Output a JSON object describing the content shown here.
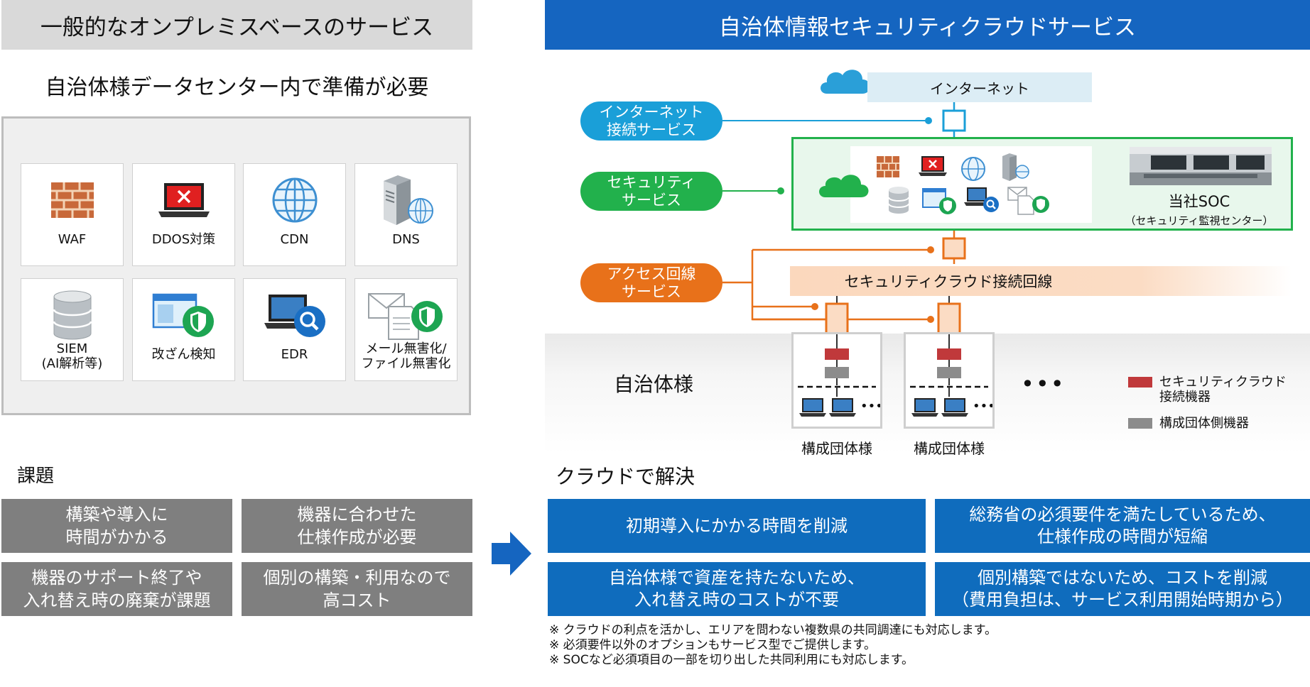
{
  "left": {
    "header": "一般的なオンプレミスベースのサービス",
    "subtitle": "自治体様データセンター内で準備が必要",
    "services": [
      {
        "label": "WAF",
        "icon": "firewall-icon"
      },
      {
        "label": "DDOS対策",
        "icon": "alert-laptop-icon"
      },
      {
        "label": "CDN",
        "icon": "globe-icon"
      },
      {
        "label": "DNS",
        "icon": "server-globe-icon"
      },
      {
        "label": "SIEM\n(AI解析等)",
        "icon": "database-icon"
      },
      {
        "label": "改ざん検知",
        "icon": "window-shield-icon"
      },
      {
        "label": "EDR",
        "icon": "laptop-search-icon"
      },
      {
        "label": "メール無害化/\nファイル無害化",
        "icon": "mail-shield-icon"
      }
    ]
  },
  "right": {
    "header": "自治体情報セキュリティクラウドサービス",
    "internet_label": "インターネット",
    "pills": {
      "internet": "インターネット\n接続サービス",
      "security": "セキュリティ\nサービス",
      "access": "アクセス回線\nサービス"
    },
    "soc_title": "当社SOC",
    "soc_sub": "（セキュリティ監視センター）",
    "access_line_label": "セキュリティクラウド接続回線",
    "municipality_label": "自治体様",
    "org_labels": [
      "構成団体様",
      "構成団体様"
    ],
    "more": "•••",
    "legend": [
      {
        "label": "セキュリティクラウド\n接続機器",
        "color": "#c0393b"
      },
      {
        "label": "構成団体側機器",
        "color": "#8c8c8c"
      }
    ],
    "colors": {
      "blue": "#1565c0",
      "green": "#22b14c",
      "orange": "#e8711a",
      "cyan": "#1a9fd8"
    }
  },
  "issues": {
    "title": "課題",
    "items": [
      "構築や導入に\n時間がかかる",
      "機器に合わせた\n仕様作成が必要",
      "機器のサポート終了や\n入れ替え時の廃棄が課題",
      "個別の構築・利用なので\n高コスト"
    ]
  },
  "solutions": {
    "title": "クラウドで解決",
    "items": [
      "初期導入にかかる時間を削減",
      "総務省の必須要件を満たしているため、\n仕様作成の時間が短縮",
      "自治体様で資産を持たないため、\n入れ替え時のコストが不要",
      "個別構築ではないため、コストを削減\n（費用負担は、サービス利用開始時期から）"
    ]
  },
  "notes": [
    "※ クラウドの利点を活かし、エリアを問わない複数県の共同調達にも対応します。",
    "※ 必須要件以外のオプションもサービス型でご提供します。",
    "※ SOCなど必須項目の一部を切り出した共同利用にも対応します。"
  ]
}
